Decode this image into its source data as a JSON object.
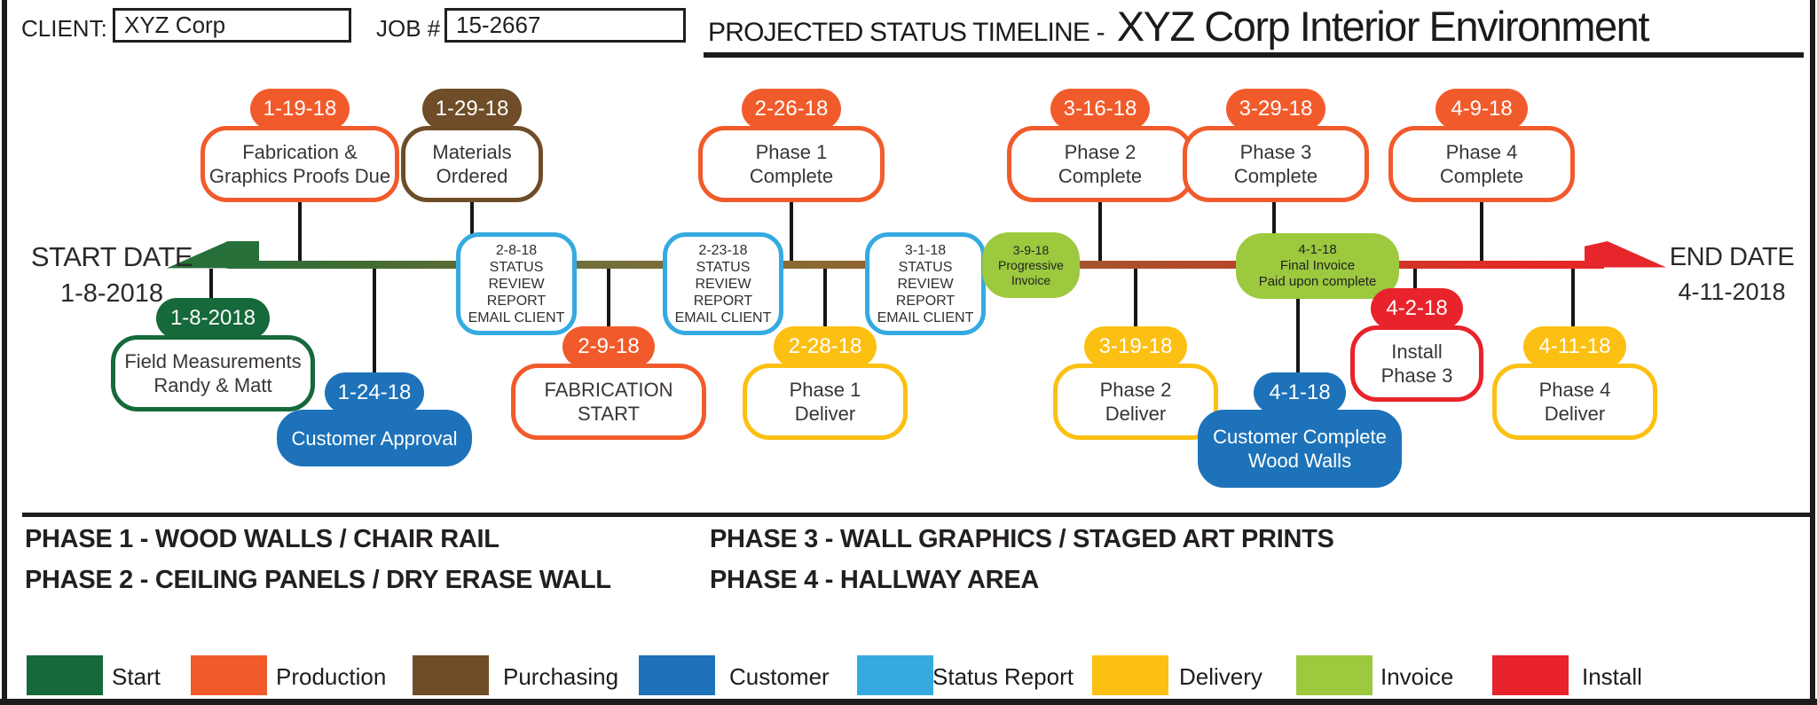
{
  "header": {
    "client_label": "CLIENT:",
    "client_value": "XYZ Corp",
    "job_label": "JOB #",
    "job_value": "15-2667",
    "title_prefix": "PROJECTED STATUS TIMELINE -",
    "title_main": "XYZ Corp Interior Environment"
  },
  "timeline": {
    "start_label": "START DATE",
    "start_date": "1-8-2018",
    "end_label": "END DATE",
    "end_date": "4-11-2018"
  },
  "milestones_above": [
    {
      "date": "1-19-18",
      "line1": "Fabrication &",
      "line2": "Graphics Proofs Due",
      "category": "Production"
    },
    {
      "date": "1-29-18",
      "line1": "Materials",
      "line2": "Ordered",
      "category": "Purchasing"
    },
    {
      "date": "2-26-18",
      "line1": "Phase 1",
      "line2": "Complete",
      "category": "Production"
    },
    {
      "date": "3-16-18",
      "line1": "Phase 2",
      "line2": "Complete",
      "category": "Production"
    },
    {
      "date": "3-29-18",
      "line1": "Phase 3",
      "line2": "Complete",
      "category": "Production"
    },
    {
      "date": "4-9-18",
      "line1": "Phase 4",
      "line2": "Complete",
      "category": "Production"
    }
  ],
  "status_reports": [
    {
      "date": "2-8-18",
      "lines": [
        "STATUS REVIEW",
        "REPORT",
        "EMAIL CLIENT"
      ]
    },
    {
      "date": "2-23-18",
      "lines": [
        "STATUS REVIEW",
        "REPORT",
        "EMAIL CLIENT"
      ]
    },
    {
      "date": "3-1-18",
      "lines": [
        "STATUS REVIEW",
        "REPORT",
        "EMAIL CLIENT"
      ]
    }
  ],
  "invoices": [
    {
      "line1": "3-9-18",
      "line2": "Progressive",
      "line3": "Invoice"
    },
    {
      "line1": "4-1-18",
      "line2": "Final Invoice",
      "line3": "Paid upon complete"
    }
  ],
  "milestones_below": [
    {
      "date": "1-8-2018",
      "line1": "Field Measurements",
      "line2": "Randy & Matt",
      "category": "Start"
    },
    {
      "date": "1-24-18",
      "line1": "Customer Approval",
      "line2": "",
      "category": "Customer"
    },
    {
      "date": "2-9-18",
      "line1": "FABRICATION",
      "line2": "START",
      "category": "Production"
    },
    {
      "date": "2-28-18",
      "line1": "Phase 1",
      "line2": "Deliver",
      "category": "Delivery"
    },
    {
      "date": "3-19-18",
      "line1": "Phase 2",
      "line2": "Deliver",
      "category": "Delivery"
    },
    {
      "date": "4-1-18",
      "line1": "Customer Complete",
      "line2": "Wood Walls",
      "category": "Customer"
    },
    {
      "date": "4-2-18",
      "line1": "Install",
      "line2": "Phase 3",
      "category": "Install"
    },
    {
      "date": "4-11-18",
      "line1": "Phase 4",
      "line2": "Deliver",
      "category": "Delivery"
    }
  ],
  "phases": [
    "PHASE 1 - WOOD WALLS / CHAIR RAIL",
    "PHASE 2 - CEILING PANELS / DRY ERASE WALL",
    "PHASE 3 - WALL GRAPHICS / STAGED ART PRINTS",
    "PHASE 4 - HALLWAY AREA"
  ],
  "legend": [
    {
      "label": "Start",
      "color": "#15693a"
    },
    {
      "label": "Production",
      "color": "#f15b2b"
    },
    {
      "label": "Purchasing",
      "color": "#6e4d28"
    },
    {
      "label": "Customer",
      "color": "#1d72b9"
    },
    {
      "label": "Status Report",
      "color": "#35aae1"
    },
    {
      "label": "Delivery",
      "color": "#fcc013"
    },
    {
      "label": "Invoice",
      "color": "#9cc93e"
    },
    {
      "label": "Install",
      "color": "#e8232c"
    }
  ]
}
